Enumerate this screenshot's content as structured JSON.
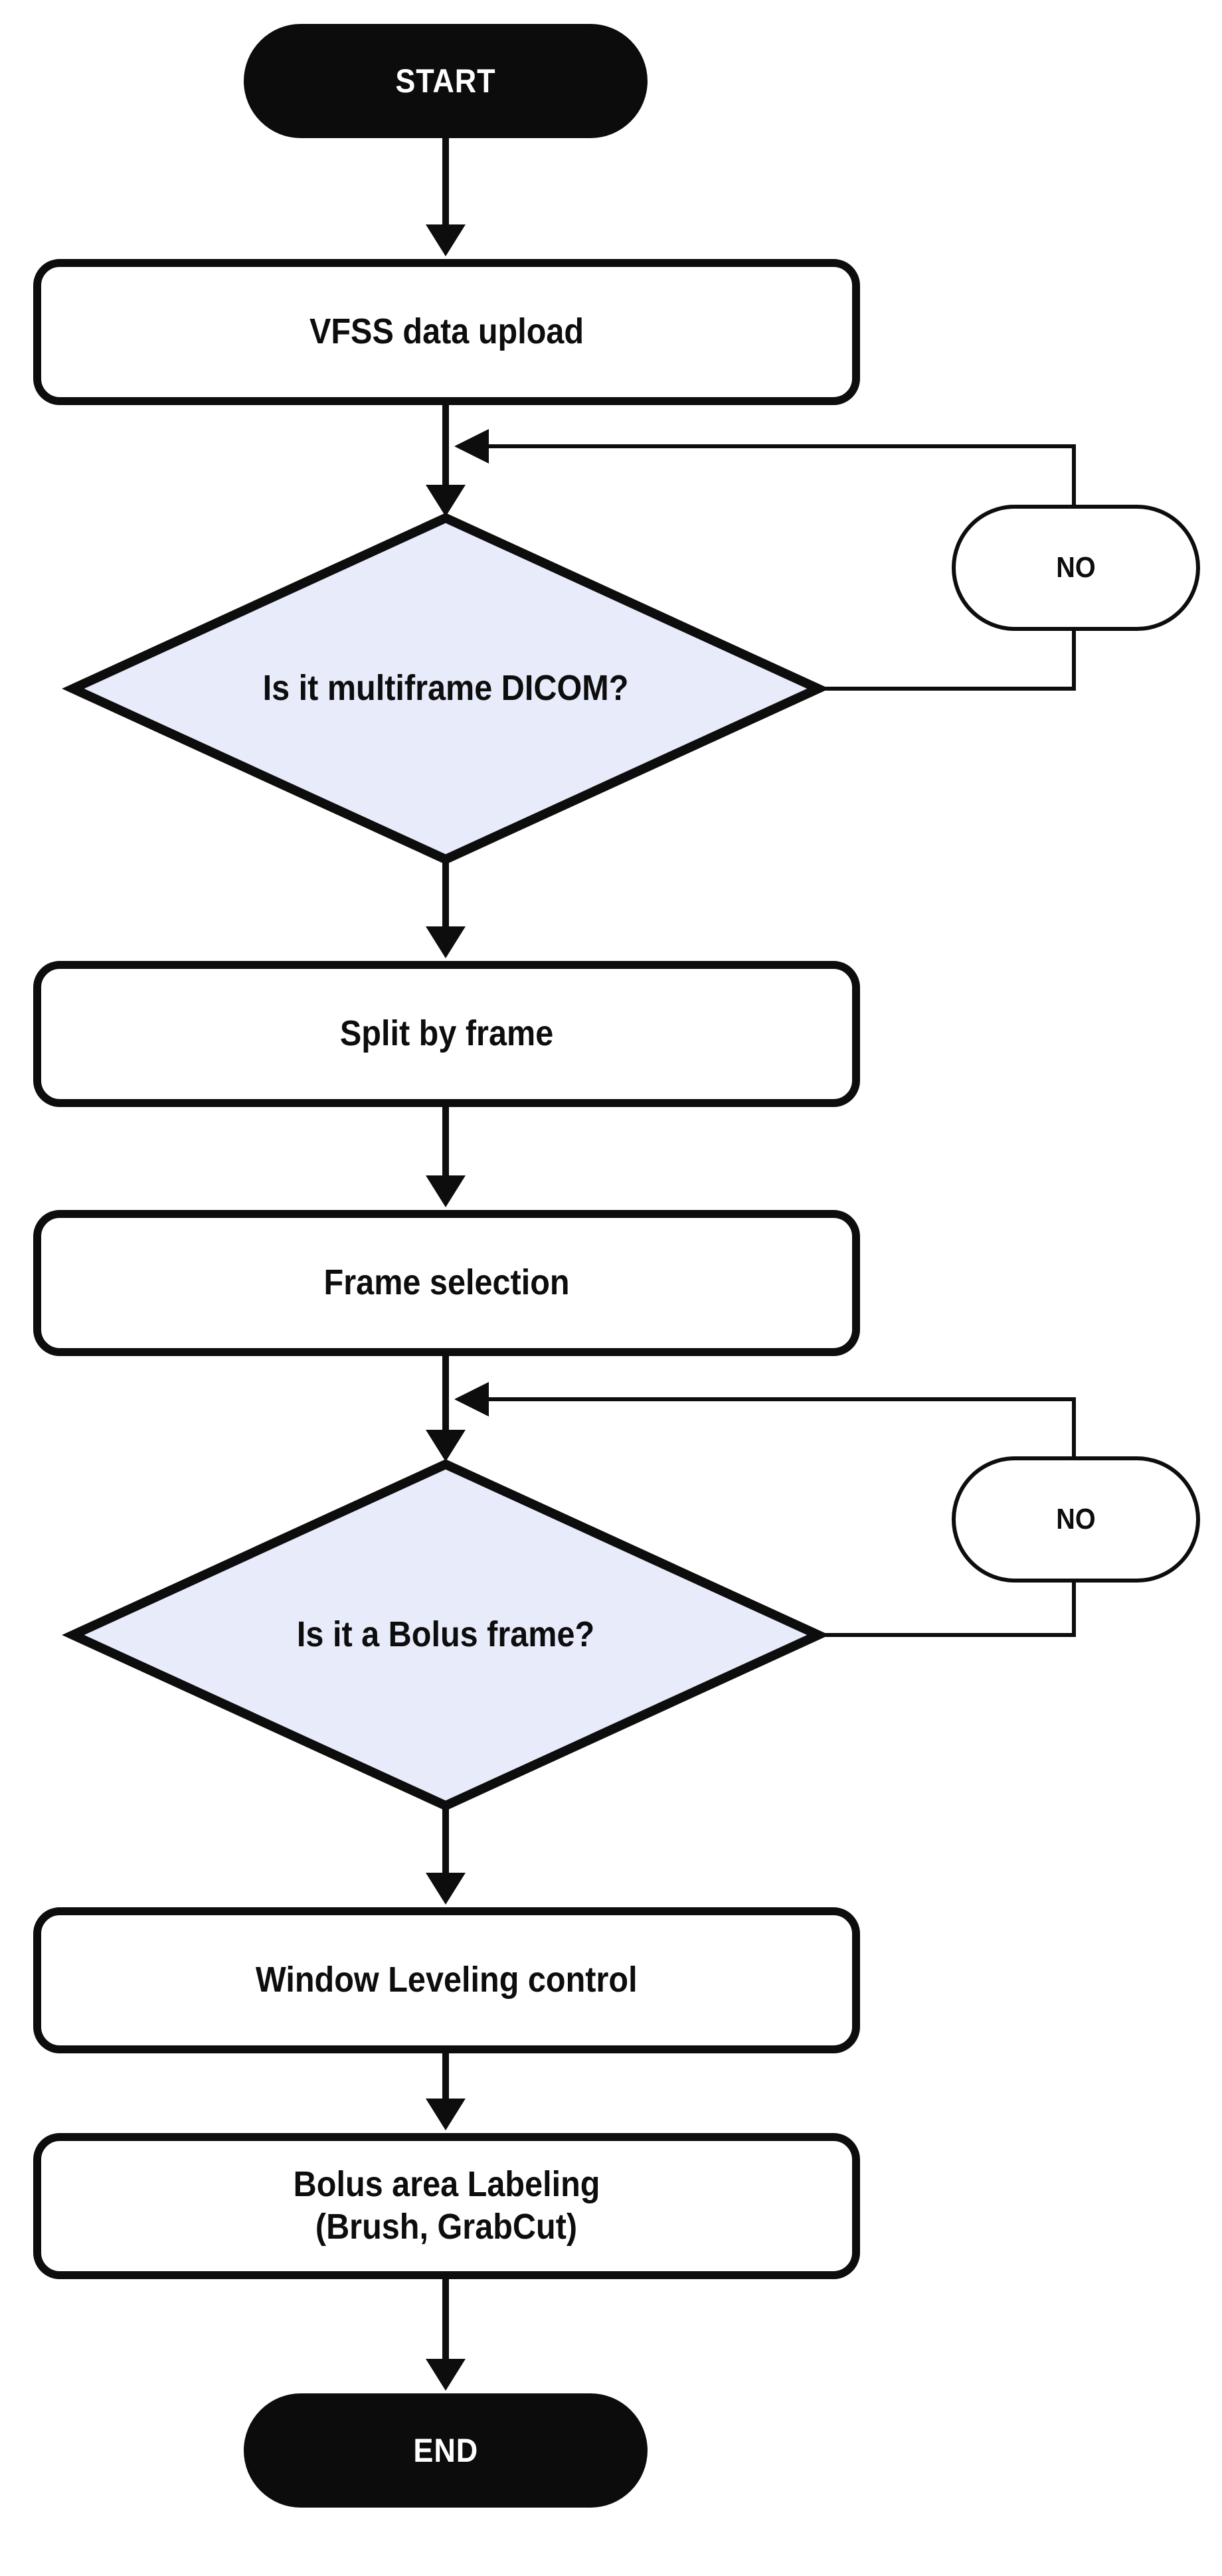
{
  "diagram_type": "flowchart",
  "nodes": {
    "start": {
      "label": "START",
      "shape": "terminator"
    },
    "vfss_data_upload": {
      "label": "VFSS data upload",
      "shape": "process"
    },
    "is_multiframe_dicom": {
      "label": "Is it multiframe DICOM?",
      "shape": "decision"
    },
    "no_badge_1": {
      "label": "NO",
      "shape": "pill"
    },
    "split_by_frame": {
      "label": "Split by frame",
      "shape": "process"
    },
    "frame_selection": {
      "label": "Frame selection",
      "shape": "process"
    },
    "is_bolus_frame": {
      "label": "Is it a Bolus frame?",
      "shape": "decision"
    },
    "no_badge_2": {
      "label": "NO",
      "shape": "pill"
    },
    "window_leveling_control": {
      "label": "Window Leveling control",
      "shape": "process"
    },
    "bolus_area_labeling": {
      "line1": "Bolus area Labeling",
      "line2": "(Brush, GrabCut)",
      "shape": "process"
    },
    "end": {
      "label": "END",
      "shape": "terminator"
    }
  },
  "edges": [
    {
      "from": "start",
      "to": "vfss_data_upload"
    },
    {
      "from": "vfss_data_upload",
      "to": "is_multiframe_dicom"
    },
    {
      "from": "is_multiframe_dicom",
      "to": "split_by_frame"
    },
    {
      "from": "is_multiframe_dicom",
      "to": "is_multiframe_dicom",
      "label": "NO",
      "note": "loop back to decision input"
    },
    {
      "from": "split_by_frame",
      "to": "frame_selection"
    },
    {
      "from": "frame_selection",
      "to": "is_bolus_frame"
    },
    {
      "from": "is_bolus_frame",
      "to": "window_leveling_control"
    },
    {
      "from": "is_bolus_frame",
      "to": "is_bolus_frame",
      "label": "NO",
      "note": "loop back to decision input"
    },
    {
      "from": "window_leveling_control",
      "to": "bolus_area_labeling"
    },
    {
      "from": "bolus_area_labeling",
      "to": "end"
    }
  ],
  "colors": {
    "line": "#0d0d0d",
    "text": "#0d0d0d",
    "node_fill": "#ffffff",
    "decision_fill": "#e7ebfa",
    "terminator_fill": "#0c0c0c",
    "terminator_text": "#ffffff"
  }
}
